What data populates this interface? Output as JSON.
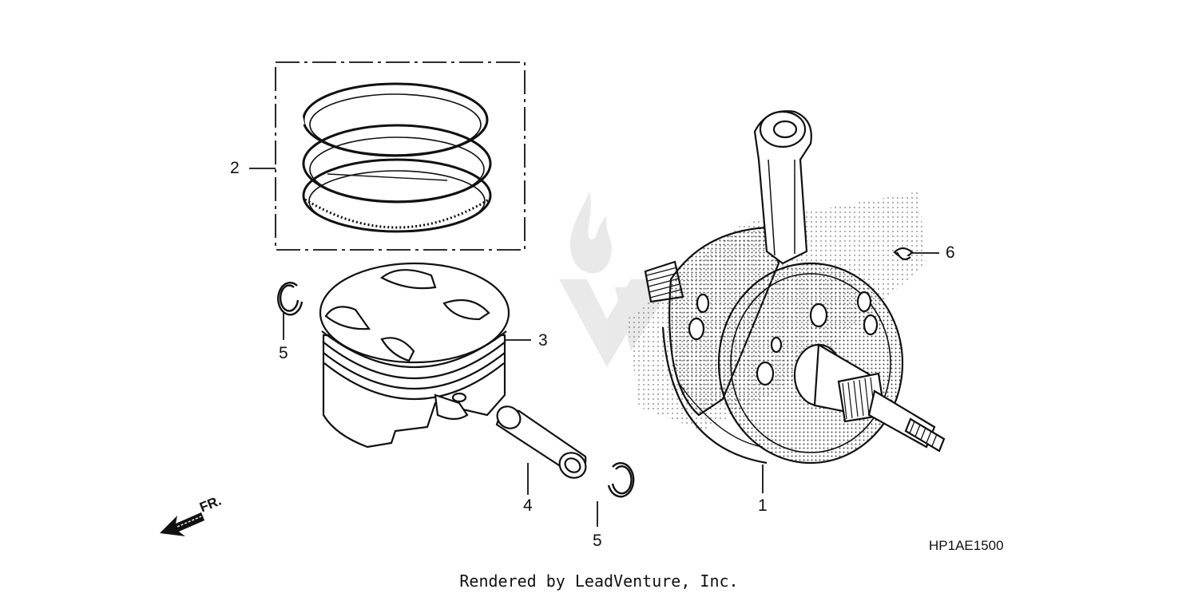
{
  "diagram": {
    "callouts": {
      "crankshaft": "1",
      "piston_ring_set": "2",
      "piston": "3",
      "piston_pin": "4",
      "pin_clip_left": "5",
      "pin_clip_right": "5",
      "woodruff_key": "6"
    },
    "front_arrow_label": "FR.",
    "diagram_code": "HP1AE1500"
  },
  "footer": {
    "credit": "Rendered by LeadVenture, Inc."
  }
}
